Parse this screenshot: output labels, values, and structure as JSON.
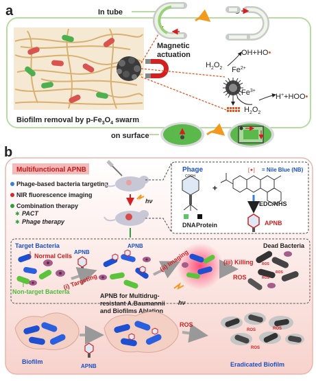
{
  "panel_a": {
    "letter": "a",
    "in_tube": "In tube",
    "on_surface": "on surface",
    "magnetic": "Magnetic",
    "actuation": "actuation",
    "biofilm_removal": "Biofilm removal by p-Fe",
    "biofilm_sub": "3",
    "biofilm_mid": "O",
    "biofilm_sub2": "4",
    "biofilm_end": " swarm",
    "h2o2": "H",
    "fe2": "Fe",
    "fe3": "Fe",
    "oh_product": "OH",
    "hplus_product": "H",
    "radical_oh": "+HO",
    "radical_hoo": "+HOO",
    "h2o2_bottom": "H"
  },
  "panel_b": {
    "letter": "b",
    "title": "Multifunctional APNB",
    "bullets": [
      {
        "text": "Phage-based bacteria targeting",
        "color": "#3a7fd5"
      },
      {
        "text": "NIR fluorescence imaging",
        "color": "#d32c2c"
      },
      {
        "text": "Combination therapy",
        "color": "#2e9e3a"
      }
    ],
    "sub_bullets": [
      "PACT",
      "Phage therapy"
    ],
    "hv": "hν",
    "phage": "Phage",
    "cooh": "COOH",
    "plus": "+",
    "nile_blue": "= Nile Blue (NB)",
    "edc": "EDC/NHS",
    "apnb": "APNB",
    "dna": "DNA",
    "protein": "Protein",
    "target_bacteria": "Target Bacteria",
    "normal_cells": "Normal Cells",
    "non_target": "Non-target Bacteria",
    "targeting": "(i) Targeting",
    "imaging": "(ii) Imaging",
    "killing": "(iii) Killing",
    "ros": "ROS",
    "dead_bacteria": "Dead Bacteria",
    "ablation_1": "APNB for Multidrug-",
    "ablation_2": "resistant A.Baumannii",
    "ablation_3": "and Biofilms Ablation",
    "biofilm": "Biofilm",
    "eradicated": "Eradicated Biofilm"
  },
  "colors": {
    "blue_label": "#1a4fc4",
    "red_label": "#d22020",
    "green_label": "#4dbb3a",
    "panel_b_bg": "#fbe3df",
    "title_bg": "#f4b9b9"
  }
}
